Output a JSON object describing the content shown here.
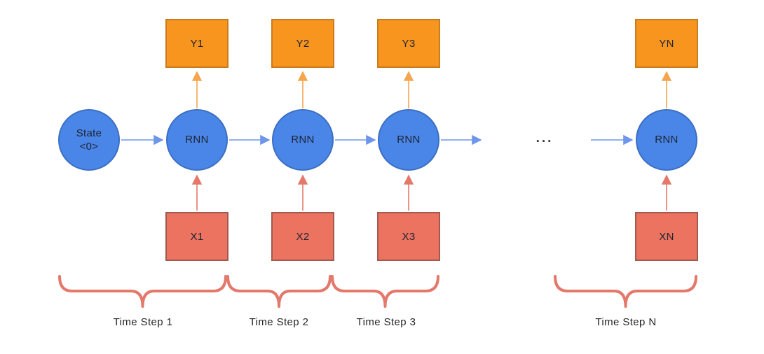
{
  "diagram": {
    "colors": {
      "node_blue_fill": "#4a86e8",
      "node_blue_border": "#3b6fc2",
      "arrow_blue": "#6d96ea",
      "output_orange_fill": "#f7951f",
      "output_orange_border": "#c97c1e",
      "arrow_orange": "#f5a54e",
      "input_red_fill": "#ed7361",
      "input_red_border": "#a05a4e",
      "arrow_red": "#e4786b",
      "brace_red": "#e4786b",
      "shape_text": "#1d2430",
      "label_text": "#262626",
      "background": "#ffffff"
    },
    "state_node": {
      "line1": "State",
      "line2": "<0>"
    },
    "rnn_nodes": [
      {
        "label": "RNN"
      },
      {
        "label": "RNN"
      },
      {
        "label": "RNN"
      },
      {
        "label": "RNN"
      }
    ],
    "output_boxes": [
      {
        "label": "Y1"
      },
      {
        "label": "Y2"
      },
      {
        "label": "Y3"
      },
      {
        "label": "YN"
      }
    ],
    "input_boxes": [
      {
        "label": "X1"
      },
      {
        "label": "X2"
      },
      {
        "label": "X3"
      },
      {
        "label": "XN"
      }
    ],
    "ellipsis": "...",
    "time_steps": [
      {
        "label": "Time Step 1"
      },
      {
        "label": "Time Step 2"
      },
      {
        "label": "Time Step 3"
      },
      {
        "label": "Time Step N"
      }
    ]
  }
}
